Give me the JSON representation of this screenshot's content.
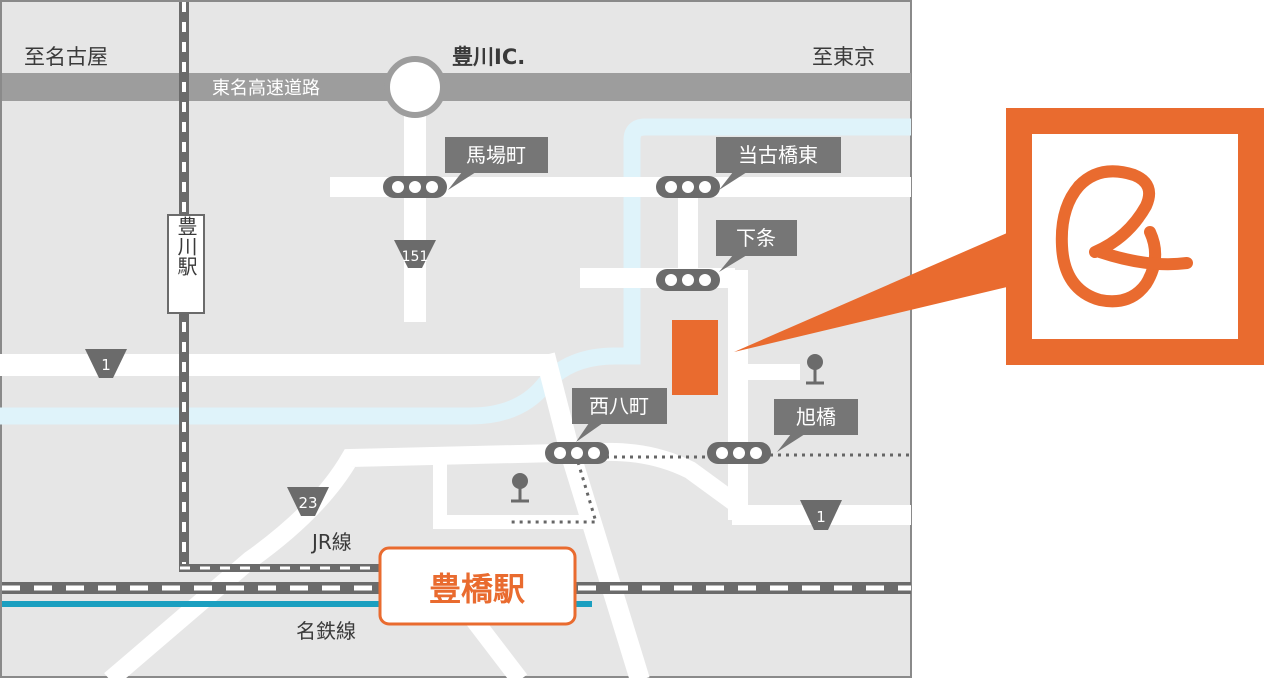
{
  "map": {
    "labels": {
      "to_nagoya": "至名古屋",
      "to_tokyo": "至東京",
      "toyokawa_ic": "豊川IC.",
      "tomei_expressway": "東名高速道路",
      "toyokawa_station": "豊川駅",
      "jr_line": "JR線",
      "meitetsu_line": "名鉄線",
      "toyohashi_station": "豊橋駅"
    },
    "intersections": {
      "baba_cho": "馬場町",
      "tokohashi_higashi": "当古橋東",
      "shimojo": "下条",
      "nishi_hacchou": "西八町",
      "asahibashi": "旭橋"
    },
    "route_shields": {
      "route_151": "151",
      "route_1_west": "1",
      "route_1_east": "1",
      "route_23": "23"
    }
  },
  "colors": {
    "background": "#e6e6e6",
    "road": "#ffffff",
    "expressway": "#9d9d9d",
    "river": "#dff3fa",
    "accent_orange": "#e96b2f",
    "meitetsu_blue": "#1b9fc0",
    "label_box": "#767676",
    "rail": "#6b6b6b"
  },
  "icons": {
    "logo": "orange-logo-mark-icon",
    "traffic_signal": "traffic-signal-icon",
    "map_pin": "map-pin-icon",
    "route_shield": "route-shield-icon"
  }
}
